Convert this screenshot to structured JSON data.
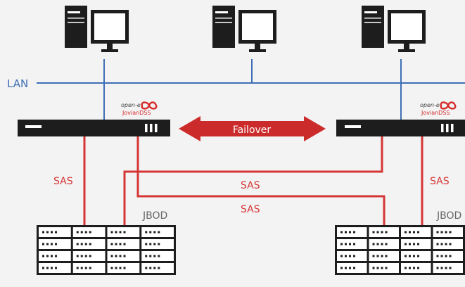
{
  "network": {
    "lan_label": "LAN"
  },
  "brand": {
    "logo_word": "open-e",
    "product": "JovianDSS"
  },
  "failover": {
    "label": "Failover"
  },
  "links": {
    "sas_left": "SAS",
    "sas_right": "SAS",
    "sas_cross_upper": "SAS",
    "sas_cross_lower": "SAS"
  },
  "storage": {
    "jbod_left": "JBOD",
    "jbod_right": "JBOD"
  },
  "colors": {
    "lan": "#3e6fb5",
    "sas": "#d63535",
    "failover": "#cc2b2b",
    "device": "#1d1d1d",
    "text_gray": "#666666"
  }
}
